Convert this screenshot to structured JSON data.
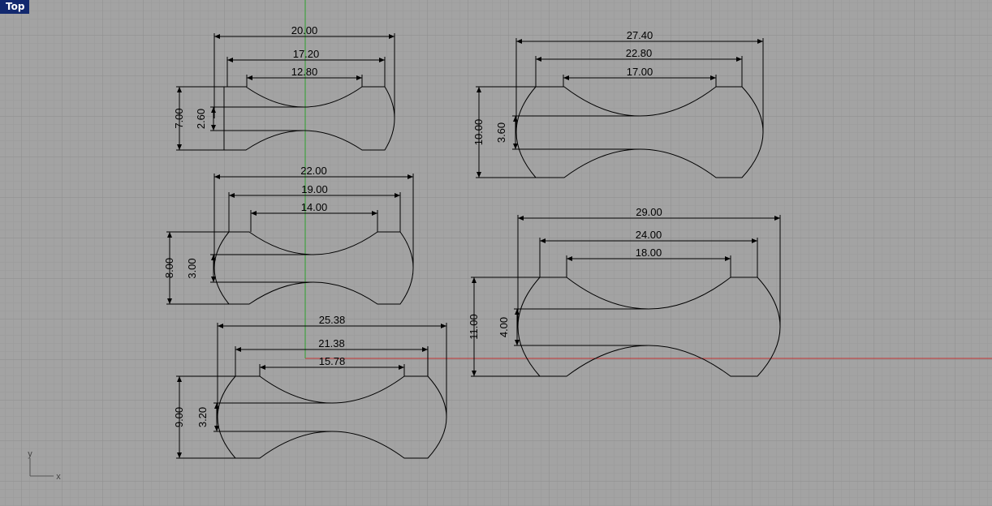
{
  "viewport": {
    "name": "Top"
  },
  "axes": {
    "x_label": "x",
    "y_label": "y",
    "x_axis_color": "#c03030",
    "y_axis_color": "#2ea02e"
  },
  "colors": {
    "background": "#a3a3a3",
    "grid_minor": "#9a9a9a",
    "grid_major": "#8e8e8e",
    "geometry": "#000000",
    "tab": "#12286e"
  },
  "shapes": [
    {
      "id": "a",
      "widths": [
        "20.00",
        "17.20",
        "12.80"
      ],
      "height": "7.00",
      "neck": "2.60"
    },
    {
      "id": "b",
      "widths": [
        "27.40",
        "22.80",
        "17.00"
      ],
      "height": "10.00",
      "neck": "3.60"
    },
    {
      "id": "c",
      "widths": [
        "22.00",
        "19.00",
        "14.00"
      ],
      "height": "8.00",
      "neck": "3.00"
    },
    {
      "id": "d",
      "widths": [
        "29.00",
        "24.00",
        "18.00"
      ],
      "height": "11.00",
      "neck": "4.00"
    },
    {
      "id": "e",
      "widths": [
        "25.38",
        "21.38",
        "15.78"
      ],
      "height": "9.00",
      "neck": "3.20"
    }
  ]
}
